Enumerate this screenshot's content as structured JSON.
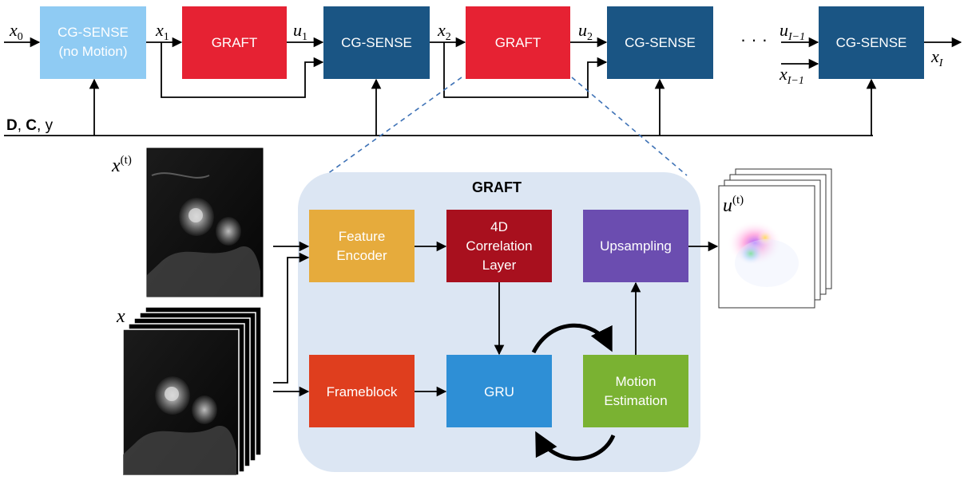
{
  "colors": {
    "cg_sense_light": "#8FCBF3",
    "cg_sense_dark": "#1A5584",
    "graft_red": "#E62233",
    "graft_panel": "#DCE6F3",
    "feature_encoder": "#E6AB3C",
    "correlation": "#A8101E",
    "upsampling": "#6B4DB0",
    "frameblock": "#DF3E1E",
    "gru": "#2E8FD6",
    "motion_estimation": "#7AB232",
    "line": "#000000",
    "dashed": "#3E72B6"
  },
  "pipeline": {
    "blocks": [
      {
        "id": "cg0",
        "lines": [
          "CG-SENSE",
          "(no Motion)"
        ],
        "style": "light"
      },
      {
        "id": "graft1",
        "lines": [
          "GRAFT"
        ],
        "style": "red"
      },
      {
        "id": "cg1",
        "lines": [
          "CG-SENSE"
        ],
        "style": "dark"
      },
      {
        "id": "graft2",
        "lines": [
          "GRAFT"
        ],
        "style": "red"
      },
      {
        "id": "cg2",
        "lines": [
          "CG-SENSE"
        ],
        "style": "dark"
      },
      {
        "id": "cgI",
        "lines": [
          "CG-SENSE"
        ],
        "style": "dark"
      }
    ],
    "labels": {
      "x0": {
        "base": "x",
        "sub": "0"
      },
      "x1": {
        "base": "x",
        "sub": "1"
      },
      "u1": {
        "base": "u",
        "sub": "1"
      },
      "x2": {
        "base": "x",
        "sub": "2"
      },
      "u2": {
        "base": "u",
        "sub": "2"
      },
      "uI1": {
        "base": "u",
        "sub": "I−1"
      },
      "xI1": {
        "base": "x",
        "sub": "I−1"
      },
      "xI": {
        "base": "x",
        "sub": "I"
      }
    },
    "ellipsis": "· · ·",
    "inputs": {
      "d": "D",
      "sep1": ", ",
      "c": "C",
      "sep2": ", ",
      "y": "y"
    }
  },
  "graft_panel": {
    "title": "GRAFT",
    "blocks": [
      {
        "id": "feature_encoder",
        "lines": [
          "Feature",
          "Encoder"
        ]
      },
      {
        "id": "correlation",
        "lines": [
          "4D",
          "Correlation",
          "Layer"
        ]
      },
      {
        "id": "upsampling",
        "lines": [
          "Upsampling"
        ]
      },
      {
        "id": "frameblock",
        "lines": [
          "Frameblock"
        ]
      },
      {
        "id": "gru",
        "lines": [
          "GRU"
        ]
      },
      {
        "id": "motion_estimation",
        "lines": [
          "Motion",
          "Estimation"
        ]
      }
    ]
  },
  "images": {
    "xt_label": {
      "base": "x",
      "sup": "(t)"
    },
    "x_label": {
      "base": "x"
    },
    "ut_label": {
      "base": "u",
      "sup": "(t)"
    }
  }
}
